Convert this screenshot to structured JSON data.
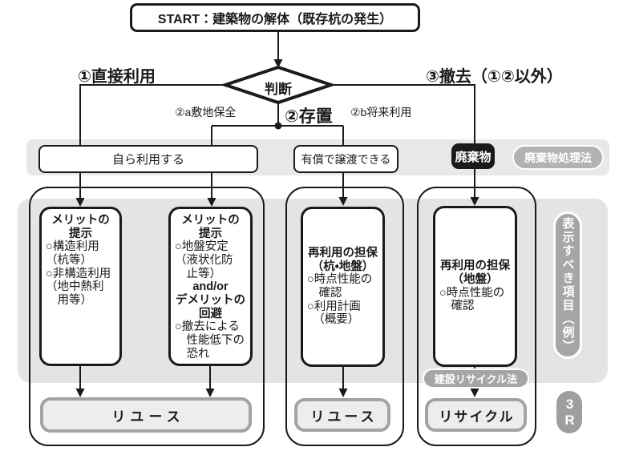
{
  "start": {
    "label": "START：建築物の解体（既存杭の発生）"
  },
  "decision": {
    "label": "判断"
  },
  "branches": {
    "direct_use": "①直接利用",
    "site_preserve": "②a敷地保全",
    "preserve": "②存置",
    "future_use": "②b将来利用",
    "removal": "③撤去（①②以外）"
  },
  "legal_row": {
    "self_use": "自ら利用する",
    "paid_transfer": "有償で譲渡できる",
    "waste": "廃棄物",
    "waste_law": "廃棄物処理法"
  },
  "item_boxes": {
    "merit1": {
      "header": "メリットの\n提示",
      "body": "○構造利用\n（杭等）\n○非構造利用\n（地中熱利\n　用等）"
    },
    "merit2": {
      "header": "メリットの\n提示",
      "body": "○地盤安定\n（液状化防\n　止等）",
      "connector": "and/or",
      "header2": "デメリットの\n回避",
      "body2": "○撤去による\n　性能低下の\n　恐れ"
    },
    "guarantee1": {
      "header": "再利用の担保\n（杭・地盤）",
      "body": "○時点性能の\n　確認\n○利用計画\n　（概要）"
    },
    "guarantee2": {
      "header": "再利用の担保\n（地盤）",
      "body": "○時点性能の\n　確認"
    }
  },
  "results": {
    "reuse_wide": "リユース",
    "reuse": "リユース",
    "recycle": "リサイクル"
  },
  "side_labels": {
    "recycle_law": "建設リサイクル法",
    "display_items": "表示すべき項目（例）",
    "three_r": "3R"
  },
  "colors": {
    "line": "#1a1a1a",
    "band_light": "#e6e6e6",
    "pill_gray": "#a6a6a6",
    "waste_black": "#1a1a1a",
    "result_fill": "#ededed",
    "result_border": "#a3a3a3"
  }
}
